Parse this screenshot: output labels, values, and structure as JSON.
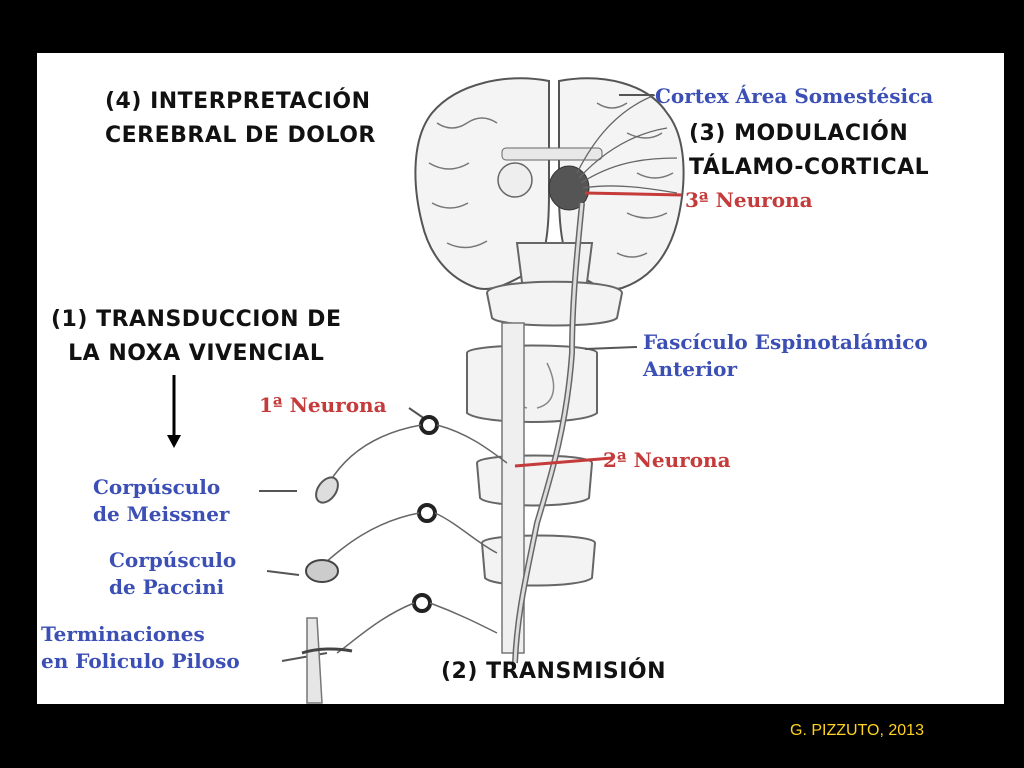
{
  "stages": {
    "interpretation": [
      "(4) Interpretación",
      "cerebral de dolor"
    ],
    "modulation": [
      "(3) Modulación",
      "tálamo-cortical"
    ],
    "transduction": [
      "(1) Transduccion de",
      "la noxa vivencial"
    ],
    "transmission": "(2) Transmisión"
  },
  "anatomy": {
    "cortex": "Cortex Área Somestésica",
    "fasciculus": [
      "Fascículo Espinotalámico",
      "Anterior"
    ],
    "meissner": [
      "Corpúsculo",
      "de Meissner"
    ],
    "paccini": [
      "Corpúsculo",
      "de Paccini"
    ],
    "follicle": [
      "Terminaciones",
      "en Foliculo Piloso"
    ]
  },
  "neurons": {
    "first": "1ª Neurona",
    "second": "2ª Neurona",
    "third": "3ª Neurona"
  },
  "credit": "G. PIZZUTO, 2013",
  "colors": {
    "label_blue": "#3c4fb5",
    "neuron_red": "#c53a3a",
    "credit": "#ffd21f",
    "background": "#000000"
  }
}
